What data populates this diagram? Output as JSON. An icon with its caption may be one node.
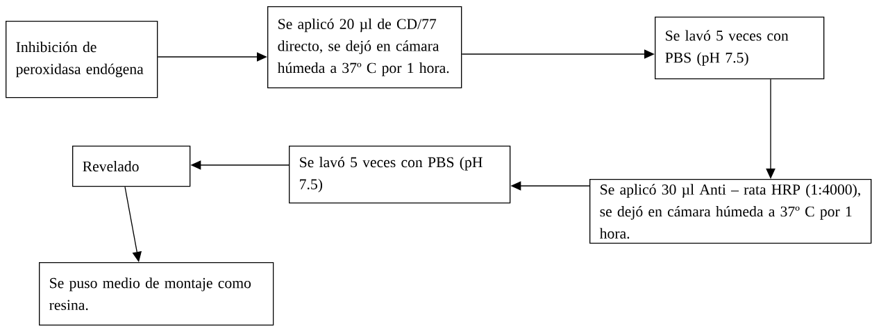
{
  "diagram": {
    "nodes": [
      {
        "text": [
          "Inhibición de peroxidasa endógena"
        ]
      },
      {
        "text": [
          "Se aplicó 20 µl  de CD/77 directo, se dejó en cámara húmeda a 37º C por 1 hora."
        ]
      },
      {
        "text": [
          "Se lavó 5 veces con PBS (pH 7.5)"
        ]
      },
      {
        "text": [
          "Se aplicó 30 µl Anti – rata HRP (1:4000), se dejó en cámara húmeda a 37º C por 1 hora."
        ]
      },
      {
        "text": [
          "Se lavó 5 veces con PBS (pH 7.5)"
        ]
      },
      {
        "text": [
          "Revelado"
        ]
      },
      {
        "text": [
          "Se puso medio de montaje como resina."
        ]
      }
    ],
    "edges": [
      {
        "from": 0,
        "to": 1,
        "arrow": "to"
      },
      {
        "from": 1,
        "to": 2,
        "arrow": "to"
      },
      {
        "from": 2,
        "to": 3,
        "arrow": "to"
      },
      {
        "from": 3,
        "to": 4,
        "arrow": "to"
      },
      {
        "from": 4,
        "to": 5,
        "arrow": "to"
      },
      {
        "from": 5,
        "to": 6,
        "arrow": "to"
      }
    ]
  }
}
